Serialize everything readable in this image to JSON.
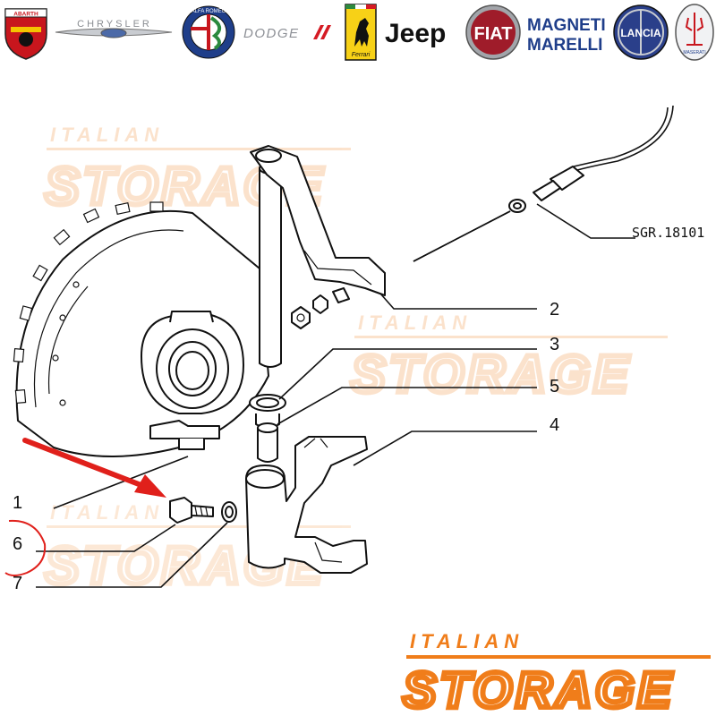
{
  "brands": {
    "abarth": "ABARTH",
    "chrysler": "CHRYSLER",
    "alfa_romeo": "ALFA ROMEO",
    "dodge": "DODGE",
    "ferrari": "Ferrari",
    "jeep": "Jeep",
    "fiat": "FIAT",
    "magneti_marelli_1": "MAGNETI",
    "magneti_marelli_2": "MARELLI",
    "lancia": "LANCIA",
    "maserati": "MASERATI"
  },
  "watermark": {
    "line1": "ITALIAN",
    "line2": "STORAGE",
    "color": "#f39a4a"
  },
  "callouts": {
    "c1": "1",
    "c2": "2",
    "c3": "3",
    "c4": "4",
    "c5": "5",
    "c6": "6",
    "c7": "7"
  },
  "reference_code": "SGR.18101",
  "colors": {
    "arrow": "#e0201b",
    "highlight_circle": "#e0201b",
    "logo_orange": "#f07d1a",
    "ink": "#111111"
  }
}
